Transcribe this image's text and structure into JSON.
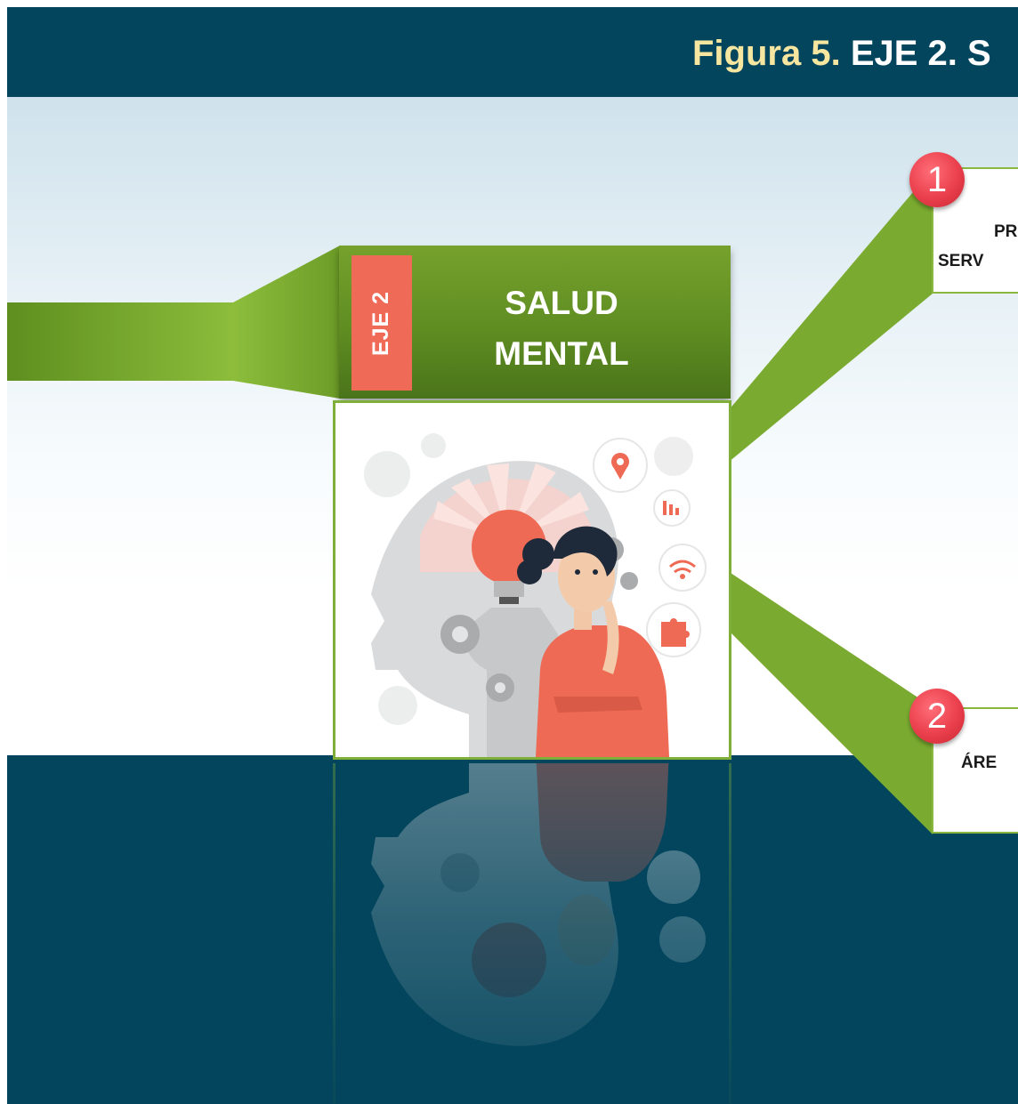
{
  "figure": {
    "title_prefix": "Figura 5.",
    "title_rest": " EJE 2. S"
  },
  "eje": {
    "tag": "EJE 2",
    "title_line1": "SALUD",
    "title_line2": "MENTAL"
  },
  "branches": [
    {
      "number": "1",
      "line1": "PR",
      "line2": "SERV"
    },
    {
      "number": "2",
      "line1": "ÁRE"
    }
  ],
  "colors": {
    "navy": "#03455d",
    "green": "#76a12c",
    "coral": "#ef6b57",
    "badge_red": "#ea3f4c",
    "title_accent": "#f6e6a0"
  },
  "icons": [
    "head-silhouette-icon",
    "lightbulb-icon",
    "gear-icon",
    "map-pin-icon",
    "bar-chart-icon",
    "wifi-icon",
    "puzzle-icon",
    "thinking-woman-illustration"
  ]
}
